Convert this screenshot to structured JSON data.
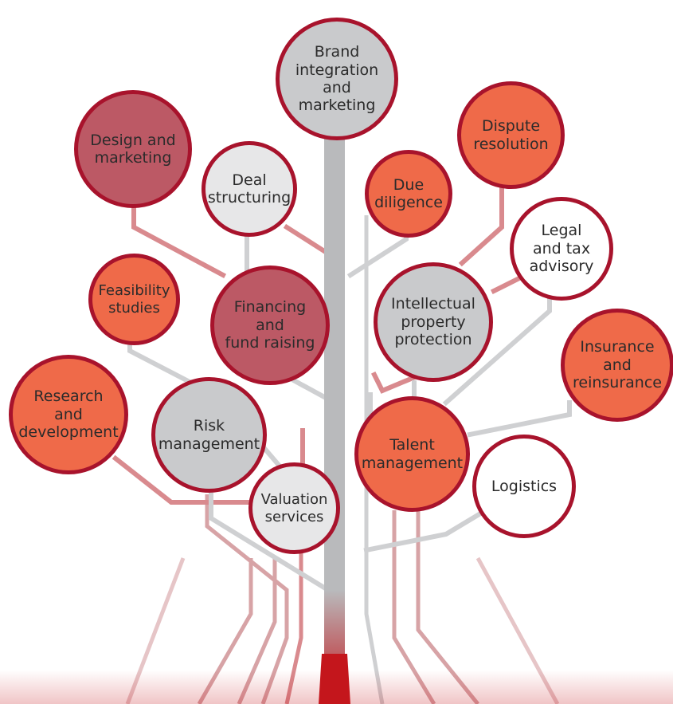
{
  "colors": {
    "border": "#a8132c",
    "orange": "#ef6a49",
    "rose": "#bc5965",
    "grey": "#c9cacc",
    "light_grey": "#e7e7e8",
    "white": "#ffffff",
    "trunk": "#b9babc",
    "branch_grey": "#cfd0d2",
    "branch_pink": "#d98a8e",
    "root_red": "#c4161c"
  },
  "nodes": {
    "brand": "Brand\nintegration and\nmarketing",
    "design": "Design and\nmarketing",
    "dispute": "Dispute\nresolution",
    "deal": "Deal\nstructuring",
    "due": "Due\ndiligence",
    "legal": "Legal\nand tax\nadvisory",
    "feasibility": "Feasibility\nstudies",
    "financing": "Financing\nand\nfund raising",
    "ip": "Intellectual\nproperty\nprotection",
    "insurance": "Insurance\nand\nreinsurance",
    "research": "Research\nand\ndevelopment",
    "risk": "Risk\nmanagement",
    "talent": "Talent\nmanagement",
    "logistics": "Logistics",
    "valuation": "Valuation\nservices"
  }
}
